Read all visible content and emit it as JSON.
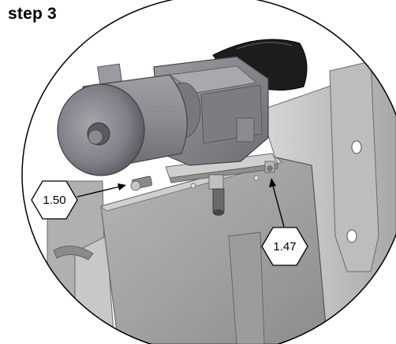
{
  "step_title": "step 3",
  "callouts": [
    {
      "label": "1.50"
    },
    {
      "label": "1.47"
    }
  ],
  "colors": {
    "outline": "#000000",
    "background": "#ffffff",
    "metal_light": "#c9c9c9",
    "metal_mid": "#9a9a9a",
    "metal_dark": "#5e5e5e",
    "motor_body": "#8a8a8e",
    "handle": "#1a1a1a"
  },
  "icons": [
    "motor-assembly",
    "mounting-bracket",
    "bolt",
    "hex-callout",
    "leader-arrow"
  ]
}
